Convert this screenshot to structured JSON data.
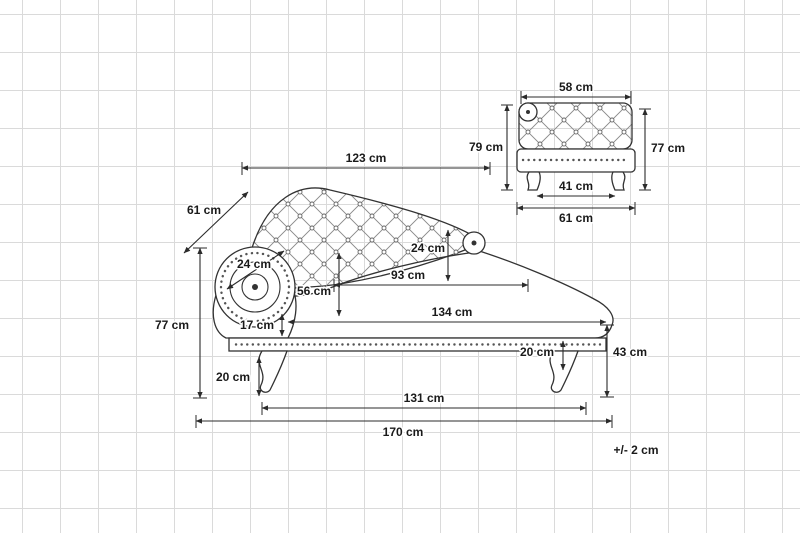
{
  "diagram": {
    "tolerance_note": "+/- 2 cm",
    "side_view": {
      "top_length": "123 cm",
      "back_diagonal": "61 cm",
      "scroll_width": "24 cm",
      "total_height": "77 cm",
      "seat_side_height": "17 cm",
      "leg_height": "20 cm",
      "back_height": "56 cm",
      "back_length": "93 cm",
      "backrest_depth": "24 cm",
      "seat_length": "134 cm",
      "base_clearance": "20 cm",
      "seat_height": "43 cm",
      "leg_span": "131 cm",
      "total_length": "170 cm"
    },
    "front_view": {
      "top_width": "58 cm",
      "left_height": "79 cm",
      "right_height": "77 cm",
      "inner_width": "41 cm",
      "total_width": "61 cm"
    }
  }
}
